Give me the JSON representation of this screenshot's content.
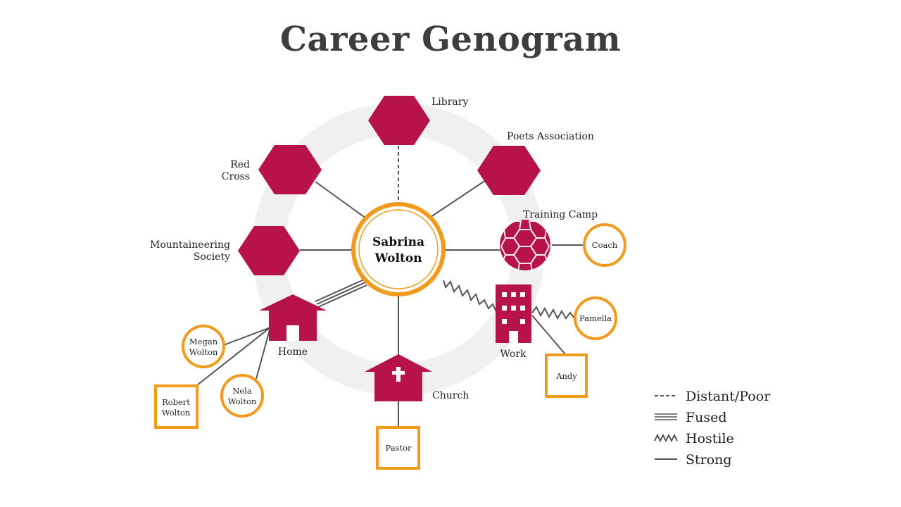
{
  "title": "Career Genogram",
  "center": {
    "line1": "Sabrina",
    "line2": "Wolton"
  },
  "nodes": {
    "library": "Library",
    "poets": "Poets Association",
    "red_cross": {
      "line1": "Red",
      "line2": "Cross"
    },
    "mountaineering": {
      "line1": "Mountaineering",
      "line2": "Society"
    },
    "training_camp": "Training Camp",
    "home": "Home",
    "church": "Church",
    "work": "Work"
  },
  "people": {
    "coach": "Coach",
    "pamella": "Pamella",
    "andy": "Andy",
    "pastor": "Pastor",
    "megan": {
      "line1": "Megan",
      "line2": "Wolton"
    },
    "nela": {
      "line1": "Nela",
      "line2": "Wolton"
    },
    "robert": {
      "line1": "Robert",
      "line2": "Wolton"
    }
  },
  "legend": [
    {
      "style": "dashed",
      "label": "Distant/Poor"
    },
    {
      "style": "fused",
      "label": "Fused"
    },
    {
      "style": "hostile",
      "label": "Hostile"
    },
    {
      "style": "strong",
      "label": "Strong"
    }
  ],
  "colors": {
    "crimson": "#b8124a",
    "orange": "#f29a1c",
    "ring": "#f0f0f0",
    "line": "#555555"
  }
}
